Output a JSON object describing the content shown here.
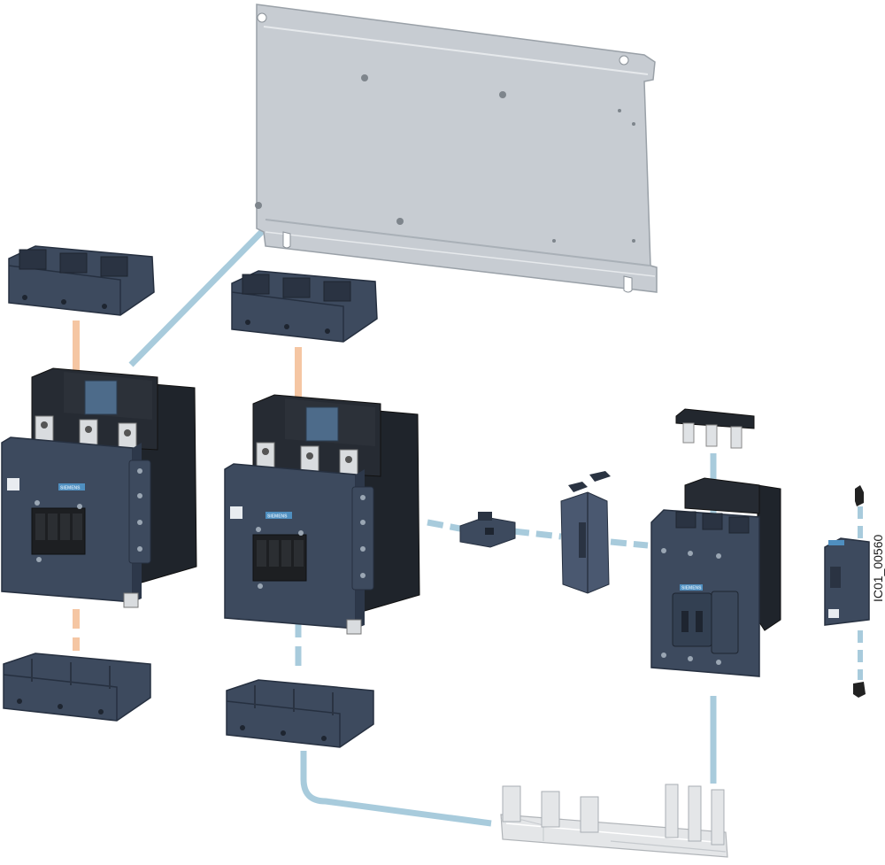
{
  "image_id_label": "IC01_00560",
  "brand_text": "SIEMENS",
  "colors": {
    "background": "#ffffff",
    "contactor_body": "#3d4a5e",
    "contactor_dark": "#1f242b",
    "mounting_plate": "#c7ccd2",
    "guide_blue": "#a8cbdc",
    "guide_orange": "#f5c6a3",
    "busbar": "#e4e6e8"
  },
  "components": [
    {
      "name": "mounting-plate"
    },
    {
      "name": "terminal-cover-top-1"
    },
    {
      "name": "terminal-cover-top-2"
    },
    {
      "name": "contactor-1"
    },
    {
      "name": "contactor-2"
    },
    {
      "name": "terminal-cover-bottom-1"
    },
    {
      "name": "terminal-cover-bottom-2"
    },
    {
      "name": "mechanical-interlock"
    },
    {
      "name": "interlock-connector"
    },
    {
      "name": "contactor-3"
    },
    {
      "name": "top-link-bar"
    },
    {
      "name": "timing-relay-module"
    },
    {
      "name": "busbar-set"
    }
  ]
}
